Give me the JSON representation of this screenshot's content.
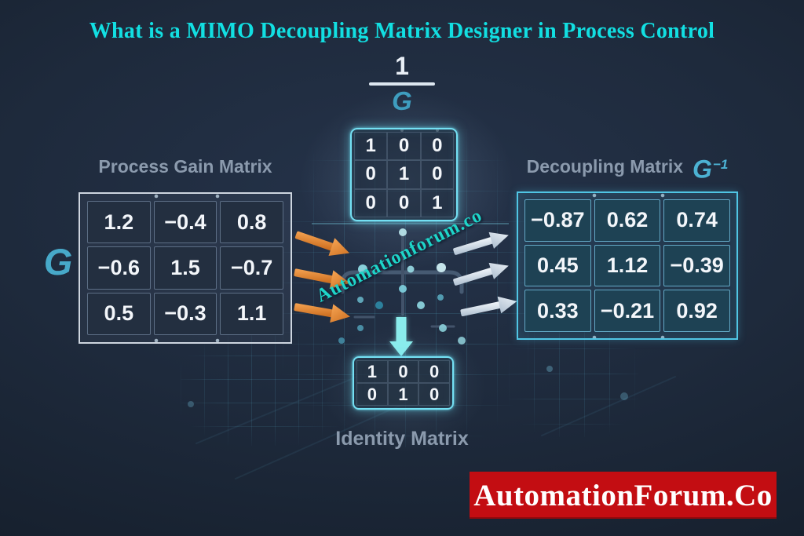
{
  "title": {
    "text": "What is a MIMO Decoupling Matrix Designer in Process Control"
  },
  "formula": {
    "numerator": "1",
    "denominator": "G"
  },
  "process_gain": {
    "label": "Process Gain Matrix",
    "symbol": "G",
    "rows": [
      [
        "1.2",
        "−0.4",
        "0.8"
      ],
      [
        "−0.6",
        "1.5",
        "−0.7"
      ],
      [
        "0.5",
        "−0.3",
        "1.1"
      ]
    ]
  },
  "inverse_result": {
    "rows": [
      [
        "1",
        "0",
        "0"
      ],
      [
        "0",
        "1",
        "0"
      ],
      [
        "0",
        "0",
        "1"
      ]
    ]
  },
  "decoupling": {
    "label": "Decoupling Matrix",
    "symbol": "G",
    "exponent": "−1",
    "rows": [
      [
        "−0.87",
        "0.62",
        "0.74"
      ],
      [
        "0.45",
        "1.12",
        "−0.39"
      ],
      [
        "0.33",
        "−0.21",
        "0.92"
      ]
    ]
  },
  "identity": {
    "label": "Identity Matrix",
    "rows": [
      [
        "1",
        "0",
        "0"
      ],
      [
        "0",
        "1",
        "0"
      ]
    ]
  },
  "watermark": {
    "text": "Automationforum.co"
  },
  "banner": {
    "text": "AutomationForum.Co"
  },
  "colors": {
    "title_cyan": "#12dfe2",
    "label_gray": "#8b9aad",
    "symbol_teal": "#47a9c9",
    "matrix_glow_cyan": "#74e0f3",
    "arrow_orange": "#e0822f",
    "arrow_silver": "#d7e3ee",
    "arrow_cyan": "#8aecec",
    "watermark_teal": "#1ed5c9",
    "banner_red": "#c30d12"
  }
}
